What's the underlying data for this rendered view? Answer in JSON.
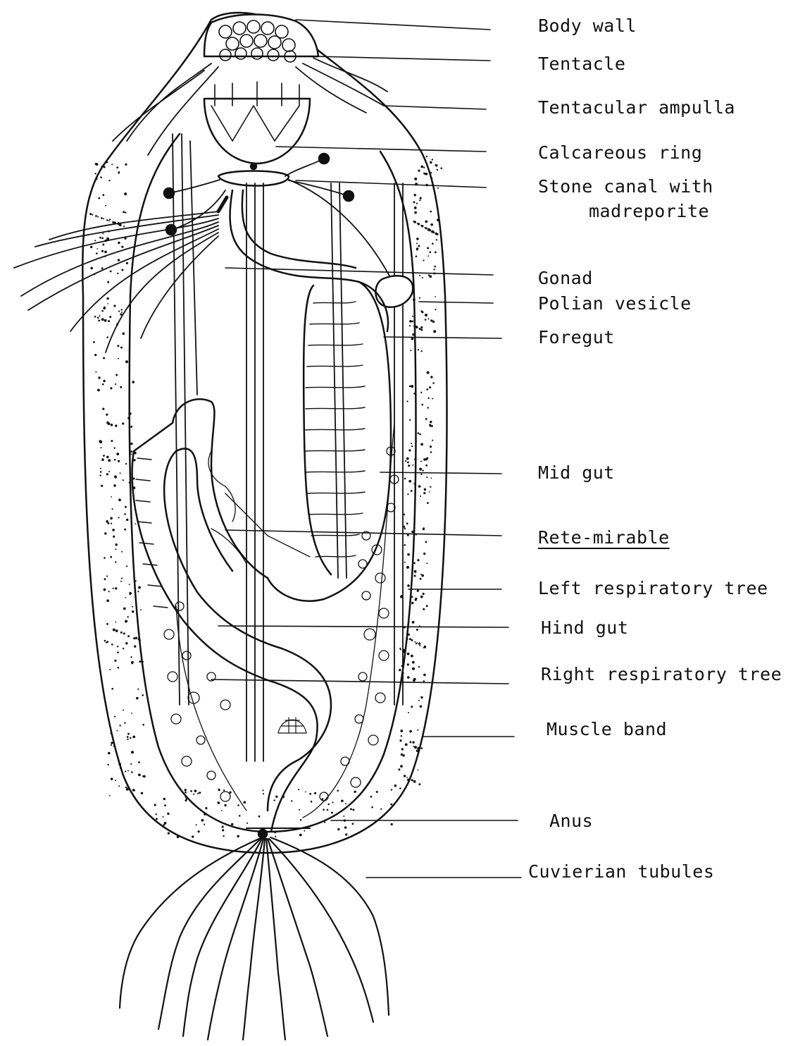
{
  "labels": [
    {
      "id": "body-wall",
      "text": "Body wall"
    },
    {
      "id": "tentacle",
      "text": "Tentacle"
    },
    {
      "id": "tentacular-ampulla",
      "text": "Tentacular ampulla"
    },
    {
      "id": "calcareous-ring",
      "text": "Calcareous ring"
    },
    {
      "id": "stone-canal",
      "text": "Stone canal with"
    },
    {
      "id": "stone-canal-2",
      "text": "madreporite"
    },
    {
      "id": "gonad",
      "text": "Gonad"
    },
    {
      "id": "polian-vesicle",
      "text": "Polian vesicle"
    },
    {
      "id": "foregut",
      "text": "Foregut"
    },
    {
      "id": "mid-gut",
      "text": "Mid gut"
    },
    {
      "id": "rete-mirable",
      "text": "Rete-mirable"
    },
    {
      "id": "left-respiratory-tree",
      "text": "Left respiratory tree"
    },
    {
      "id": "hind-gut",
      "text": "Hind gut"
    },
    {
      "id": "right-respiratory-tree",
      "text": "Right respiratory tree"
    },
    {
      "id": "muscle-band",
      "text": "Muscle band"
    },
    {
      "id": "anus",
      "text": "Anus"
    },
    {
      "id": "cuvierian-tubules",
      "text": "Cuvierian tubules"
    }
  ]
}
